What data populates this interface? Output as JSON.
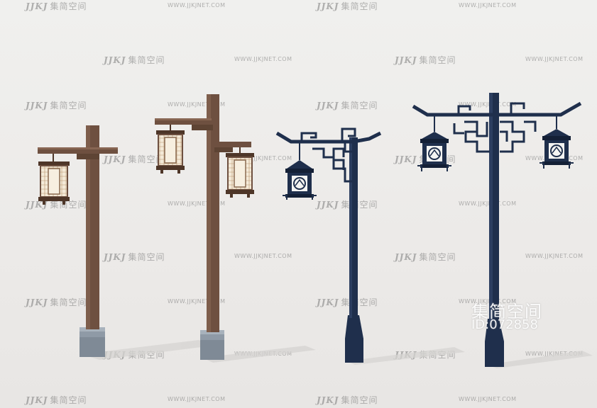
{
  "watermark": {
    "logo_mark": "JJKJ",
    "logo_text": "集简空间",
    "url": "WWW.JJKJNET.COM"
  },
  "brand_overlay": {
    "title": "集简空间",
    "id_text": "ID:072858"
  },
  "colors": {
    "wood": "#6e5040",
    "wood_dark": "#4e3628",
    "lantern_glow": "#f4ead8",
    "stone_base": "#8f9aa6",
    "navy": "#1f2f4c",
    "navy_dark": "#142036"
  }
}
